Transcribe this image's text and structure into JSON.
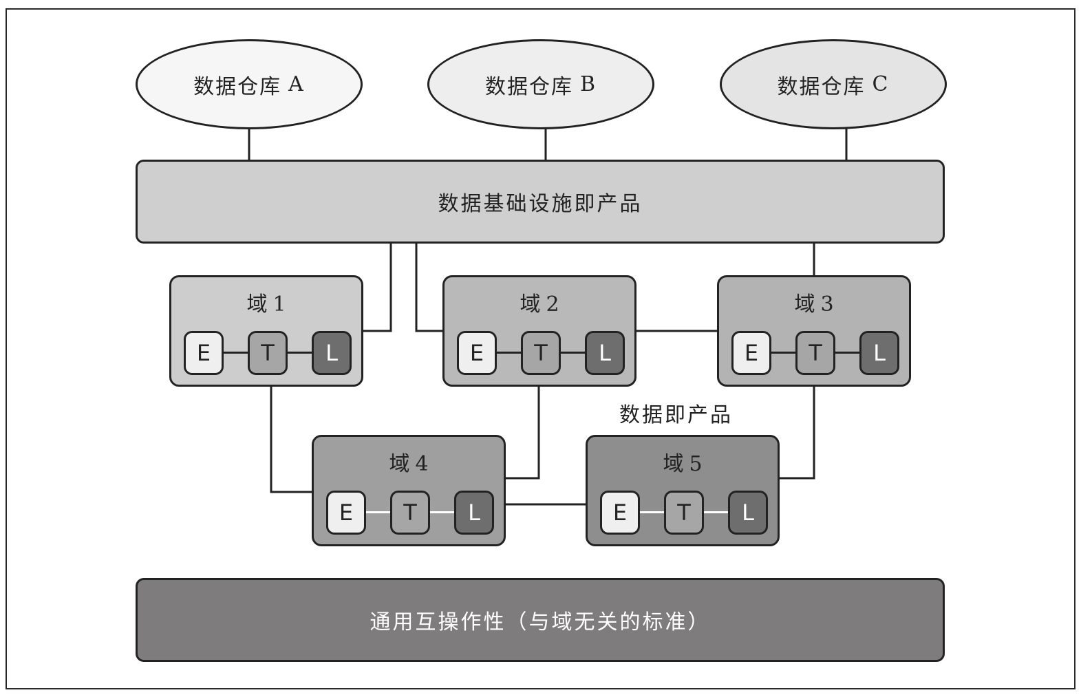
{
  "warehouses": [
    {
      "prefix": "数据仓库",
      "letter": "A",
      "fill": "#f6f6f6"
    },
    {
      "prefix": "数据仓库",
      "letter": "B",
      "fill": "#eeeeee"
    },
    {
      "prefix": "数据仓库",
      "letter": "C",
      "fill": "#e4e4e4"
    }
  ],
  "infrastructure": {
    "label": "数据基础设施即产品",
    "fill": "#cfcfcf"
  },
  "data_as_product_label": "数据即产品",
  "domains": [
    {
      "prefix": "域",
      "num": "1",
      "fill": "#cdcdcd",
      "etl_link_color": "#222222"
    },
    {
      "prefix": "域",
      "num": "2",
      "fill": "#b9b9b9",
      "etl_link_color": "#222222"
    },
    {
      "prefix": "域",
      "num": "3",
      "fill": "#b3b3b3",
      "etl_link_color": "#222222"
    },
    {
      "prefix": "域",
      "num": "4",
      "fill": "#9f9f9f",
      "etl_link_color": "#ffffff"
    },
    {
      "prefix": "域",
      "num": "5",
      "fill": "#8e8e8e",
      "etl_link_color": "#ffffff"
    }
  ],
  "etl": [
    {
      "letter": "E",
      "fill": "#efefef",
      "text_color": "#222222"
    },
    {
      "letter": "T",
      "fill": "#a6a6a6",
      "text_color": "#222222"
    },
    {
      "letter": "L",
      "fill": "#6e6e6e",
      "text_color": "#ffffff"
    }
  ],
  "interoperability": {
    "label": "通用互操作性（与域无关的标准）",
    "fill": "#7e7c7d",
    "text_color": "#ffffff"
  },
  "connections": [
    [
      "warehouse-A",
      "infrastructure"
    ],
    [
      "warehouse-B",
      "infrastructure"
    ],
    [
      "warehouse-C",
      "infrastructure"
    ],
    [
      "infrastructure",
      "domain-1"
    ],
    [
      "infrastructure",
      "domain-2"
    ],
    [
      "infrastructure",
      "domain-3"
    ],
    [
      "domain-2",
      "domain-3"
    ],
    [
      "domain-1",
      "domain-4"
    ],
    [
      "domain-2",
      "domain-4"
    ],
    [
      "domain-3",
      "domain-5"
    ],
    [
      "domain-4",
      "domain-5"
    ]
  ]
}
